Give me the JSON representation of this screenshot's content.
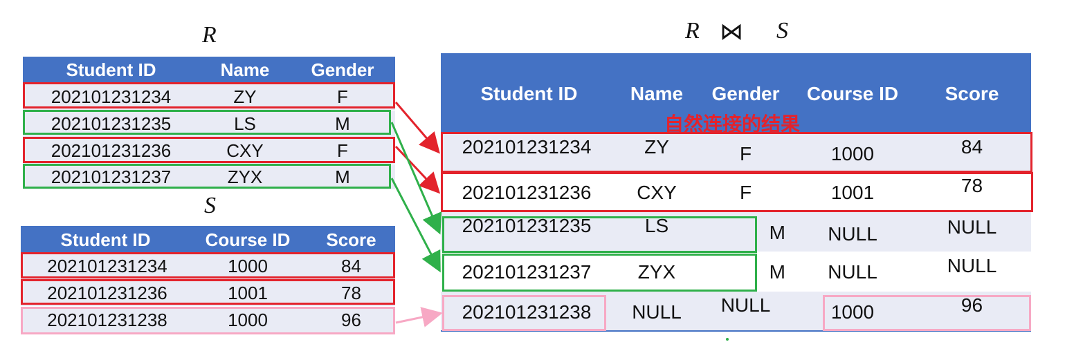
{
  "r_table": {
    "title": "R",
    "headers": [
      "Student ID",
      "Name",
      "Gender"
    ],
    "rows": [
      [
        "202101231234",
        "ZY",
        "F"
      ],
      [
        "202101231235",
        "LS",
        "M"
      ],
      [
        "202101231236",
        "CXY",
        "F"
      ],
      [
        "202101231237",
        "ZYX",
        "M"
      ]
    ]
  },
  "s_table": {
    "title": "S",
    "headers": [
      "Student ID",
      "Course ID",
      "Score"
    ],
    "rows": [
      [
        "202101231234",
        "1000",
        "84"
      ],
      [
        "202101231236",
        "1001",
        "78"
      ],
      [
        "202101231238",
        "1000",
        "96"
      ]
    ]
  },
  "result_table": {
    "title_left": "R",
    "title_join": "⋈",
    "title_right": "S",
    "headers": [
      "Student ID",
      "Name",
      "Gender",
      "Course ID",
      "Score"
    ],
    "natural_join_label": "自然连接的结果",
    "rows": [
      [
        "202101231234",
        "ZY",
        "F",
        "1000",
        "84"
      ],
      [
        "202101231236",
        "CXY",
        "F",
        "1001",
        "78"
      ],
      [
        "202101231235",
        "LS",
        "M",
        "NULL",
        "NULL"
      ],
      [
        "202101231237",
        "ZYX",
        "M",
        "NULL",
        "NULL"
      ],
      [
        "202101231238",
        "NULL",
        "NULL",
        "1000",
        "96"
      ]
    ]
  },
  "colors": {
    "header_blue": "#4472c4",
    "row_light": "#e9ebf5",
    "match_red": "#e3232c",
    "left_only_green": "#2fb04a",
    "right_only_pink": "#f7a8c4"
  }
}
